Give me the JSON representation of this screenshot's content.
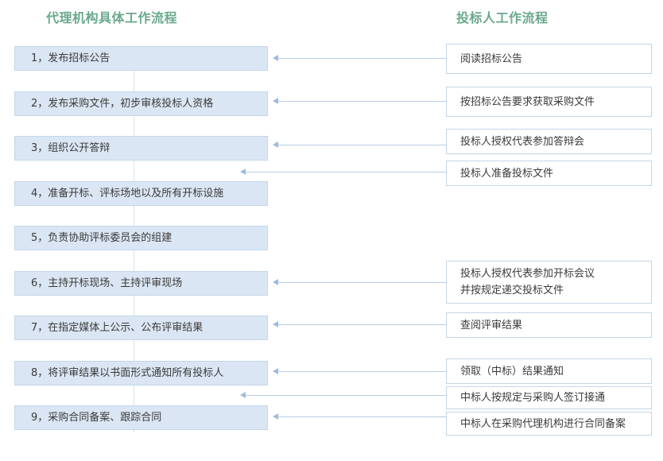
{
  "headings": {
    "left": "代理机构具体工作流程",
    "right": "投标人工作流程"
  },
  "steps": [
    "1，发布招标公告",
    "2，发布采购文件，初步审核投标人资格",
    "3，组织公开答辩",
    "4，准备开标、评标场地以及所有开标设施",
    "5，负责协助评标委员会的组建",
    "6，主持开标现场、主持评审现场",
    "7，在指定媒体上公示、公布评审结果",
    "8，将评审结果以书面形式通知所有投标人",
    "9，采购合同备案、跟踪合同"
  ],
  "bidder_tasks": [
    {
      "lines": [
        "阅读招标公告"
      ]
    },
    {
      "lines": [
        "按招标公告要求获取采购文件"
      ]
    },
    {
      "lines": [
        "投标人授权代表参加答辩会"
      ]
    },
    {
      "lines": [
        "投标人准备投标文件"
      ]
    },
    {
      "lines": [
        "投标人授权代表参加开标会议",
        "并按规定递交投标文件"
      ]
    },
    {
      "lines": [
        "查阅评审结果"
      ]
    },
    {
      "lines": [
        "领取（中标）结果通知"
      ]
    },
    {
      "lines": [
        "中标人按规定与采购人签订接通"
      ]
    },
    {
      "lines": [
        "中标人在采购代理机构进行合同备案"
      ]
    }
  ]
}
